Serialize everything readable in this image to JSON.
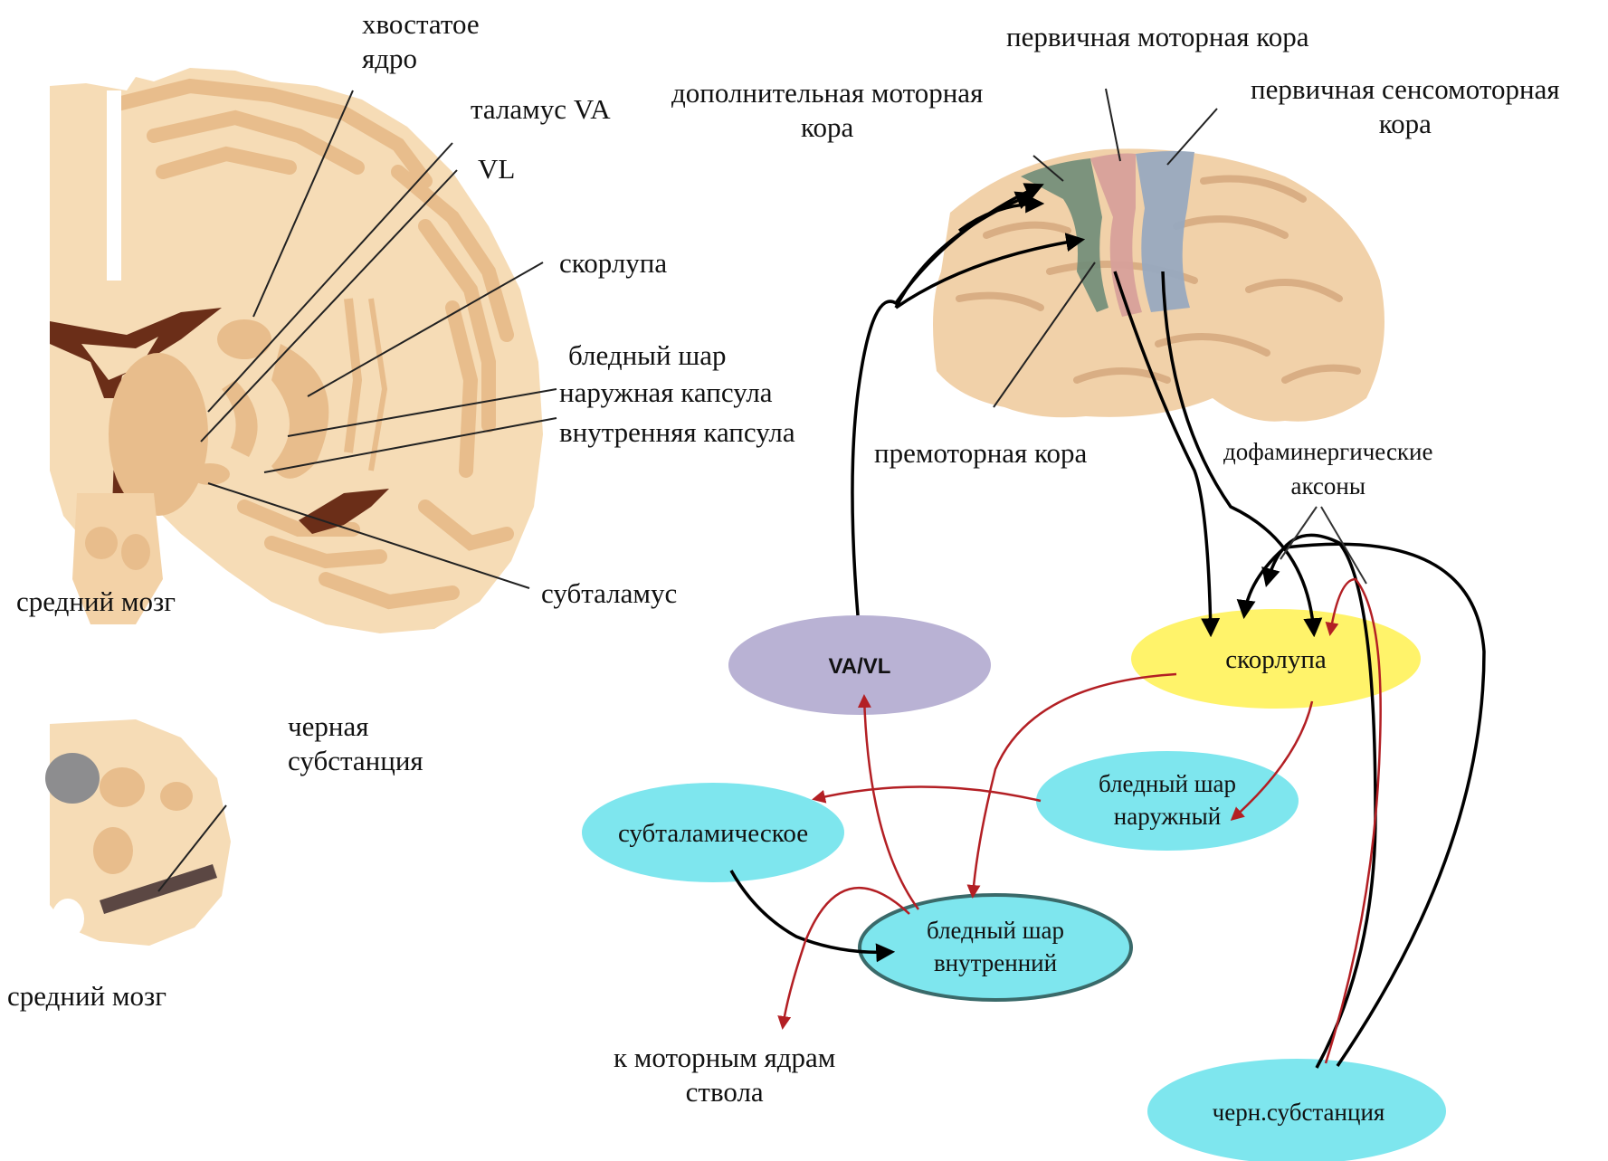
{
  "coronal_section": {
    "labels": {
      "caudate": "хвостатое\nядро",
      "thalamus_va": "таламус VA",
      "vl": "VL",
      "putamen": "скорлупа",
      "globus_pallidus": "бледный шар",
      "external_capsule": "наружная капсула",
      "internal_capsule": "внутренняя капсула",
      "subthalamus": "субталамус",
      "midbrain": "средний мозг"
    }
  },
  "midbrain_section": {
    "labels": {
      "substantia_nigra": "черная\nсубстанция",
      "midbrain": "средний мозг"
    }
  },
  "cortex": {
    "labels": {
      "primary_motor": "первичная моторная кора",
      "supplementary_motor": "дополнительная моторная\nкора",
      "primary_sensorimotor": "первичная сенсомоторная\nкора",
      "premotor": "премоторная кора",
      "dopaminergic_axons": "дофаминергические\nаксоны"
    }
  },
  "circuit": {
    "nodes": {
      "va_vl": "VA/VL",
      "putamen": "скорлупа",
      "gp_external": "бледный шар\nнаружный",
      "subthalamic": "субталамическое",
      "gp_internal": "бледный шар\nвнутренний",
      "substantia_nigra": "черн.субстанция"
    },
    "outputs": {
      "brainstem": "к моторным ядрам\nствола"
    }
  },
  "colors": {
    "tissue_light": "#f6dcb6",
    "tissue_mid": "#e8bd8c",
    "tissue_dark": "#6b2e18",
    "va_vl_node": "#b9b2d4",
    "putamen_node": "#fff36a",
    "cyan_node": "#7ee6ee",
    "excitatory_arrow": "#000000",
    "inhibitory_arrow": "#b31f24",
    "supplementary_motor_area": "#6f8c78",
    "primary_motor_area": "#d7a09a",
    "sensorimotor_area": "#98a9bf"
  }
}
